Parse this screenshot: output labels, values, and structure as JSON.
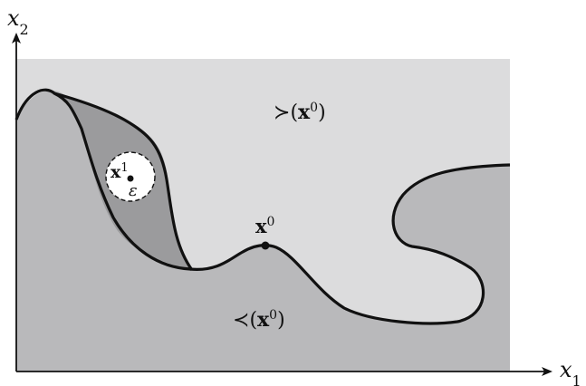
{
  "axes": {
    "x": {
      "symbol": "x",
      "subscript": "1"
    },
    "y": {
      "symbol": "x",
      "subscript": "2"
    }
  },
  "regions": {
    "upper": {
      "relation": "≻",
      "open": "(",
      "point": "x",
      "superscript": "0",
      "close": ")"
    },
    "lower": {
      "relation": "≺",
      "open": "(",
      "point": "x",
      "superscript": "0",
      "close": ")"
    }
  },
  "points": {
    "x0": {
      "symbol": "x",
      "superscript": "0"
    },
    "x1": {
      "symbol": "x",
      "superscript": "1"
    }
  },
  "epsilon": "ε",
  "colors": {
    "upper_fill": "#dcdcdd",
    "lower_fill": "#b9b9bb",
    "lens_fill": "#9b9b9d",
    "curve": "#111111",
    "ball_fill": "#ffffff"
  }
}
